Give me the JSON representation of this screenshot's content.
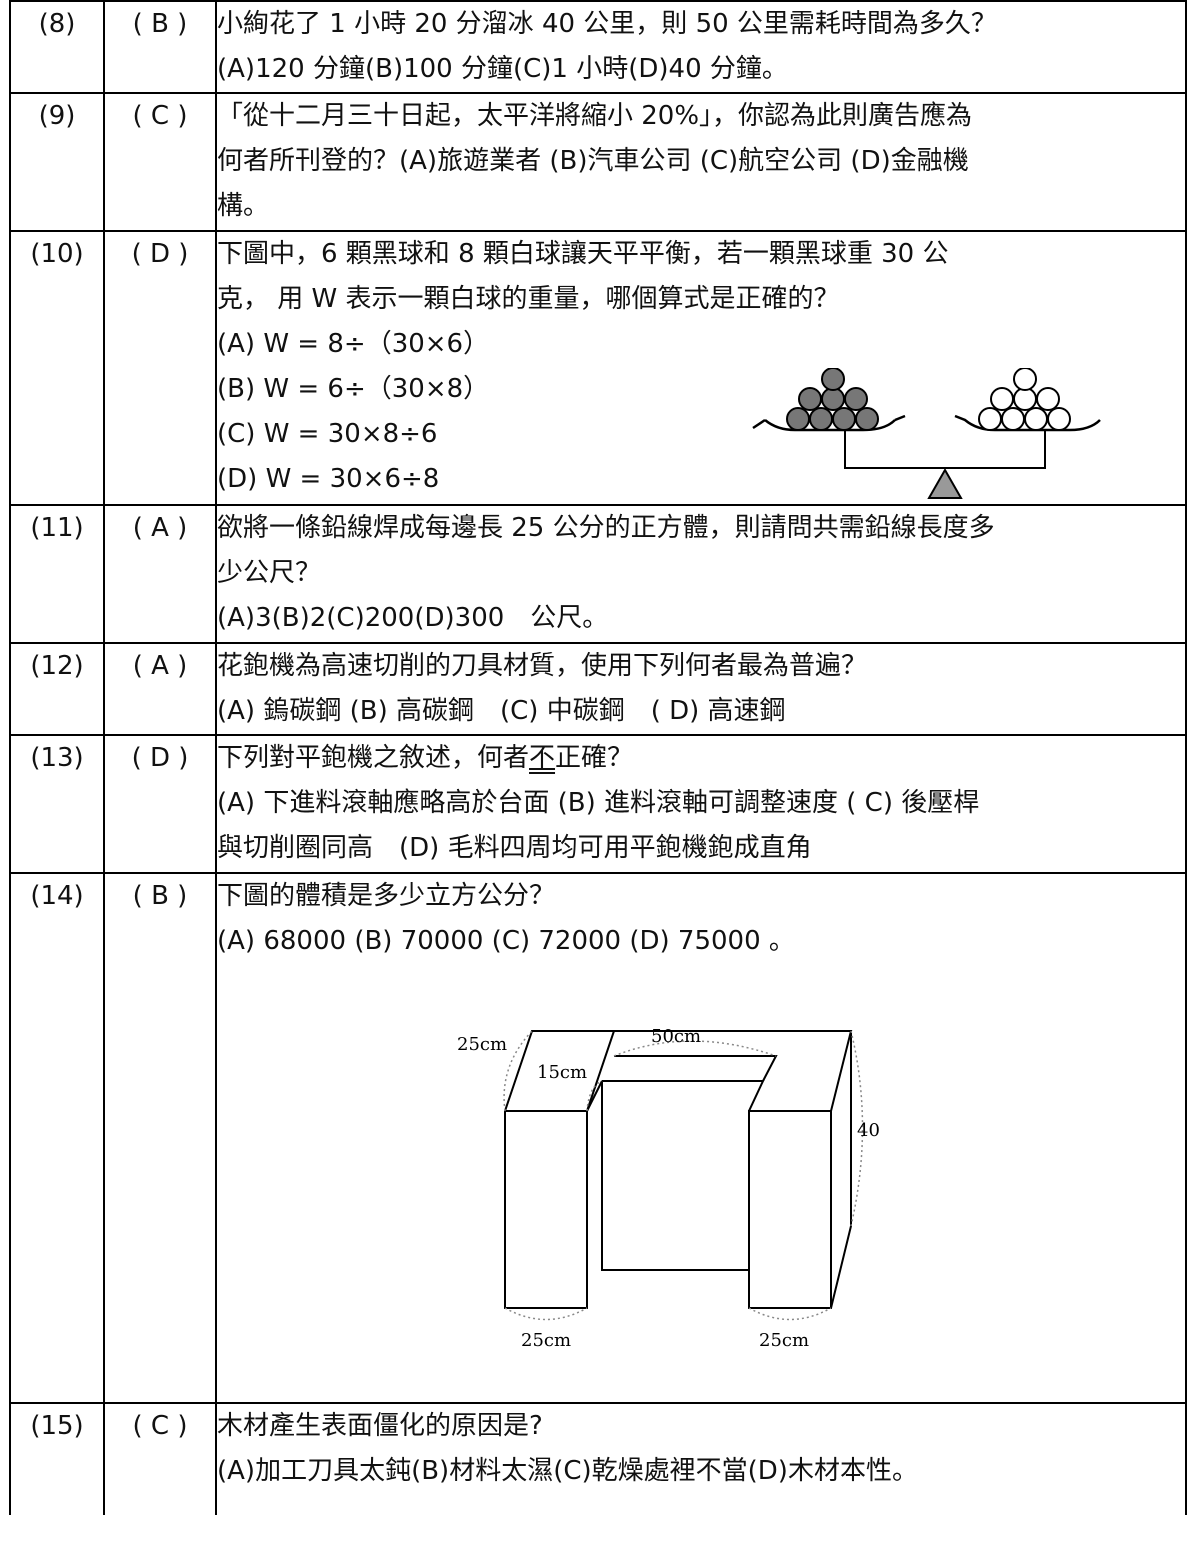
{
  "questions": [
    {
      "num": "(8)",
      "answer": "( B )",
      "lines": [
        "小絢花了 1 小時 20 分溜冰 40 公里，則 50 公里需耗時間為多久？",
        "(A)120 分鐘(B)100 分鐘(C)1 小時(D)40 分鐘。"
      ]
    },
    {
      "num": "(9)",
      "answer": "( C )",
      "lines": [
        "「從十二月三十日起，太平洋將縮小 20%」，你認為此則廣告應為",
        "何者所刊登的？(A)旅遊業者 (B)汽車公司 (C)航空公司 (D)金融機",
        "構。"
      ]
    },
    {
      "num": "(10)",
      "answer": "( D )",
      "lines": [
        "下圖中，6 顆黑球和 8 顆白球讓天平平衡，若一顆黑球重 30 公",
        "克， 用 W 表示一顆白球的重量，哪個算式是正確的？",
        "(A) W = 8÷（30×6）",
        "(B) W = 6÷（30×8）",
        "(C) W = 30×8÷6",
        "(D) W = 30×6÷8"
      ]
    },
    {
      "num": "(11)",
      "answer": "( A )",
      "lines": [
        "欲將一條鉛線焊成每邊長 25 公分的正方體，則請問共需鉛線長度多",
        "少公尺？",
        "(A)3(B)2(C)200(D)300　公尺。"
      ]
    },
    {
      "num": "(12)",
      "answer": "( A )",
      "lines": [
        "花鉋機為高速切削的刀具材質，使用下列何者最為普遍？",
        "(A) 鎢碳鋼 (B) 高碳鋼　(C) 中碳鋼　( D) 高速鋼"
      ]
    },
    {
      "num": "(13)",
      "answer": "( D )",
      "line1_pre": "下列對平鉋機之敘述，何者",
      "line1_under": "不",
      "line1_post": "正確？",
      "lines": [
        "(A) 下進料滾軸應略高於台面 (B) 進料滾軸可調整速度 ( C) 後壓桿",
        "與切削圈同高　(D) 毛料四周均可用平鉋機鉋成直角"
      ]
    },
    {
      "num": "(14)",
      "answer": "( B )",
      "lines": [
        "下圖的體積是多少立方公分？",
        "(A) 68000 (B) 70000 (C) 72000 (D) 75000 。"
      ]
    },
    {
      "num": "(15)",
      "answer": "( C )",
      "lines": [
        "木材產生表面僵化的原因是?",
        "(A)加工刀具太鈍(B)材料太濕(C)乾燥處裡不當(D)木材本性。"
      ]
    }
  ],
  "figure_block": {
    "labels": {
      "top_len": "50cm",
      "left_depth": "25cm",
      "inner_depth": "15cm",
      "height": "40cm",
      "bottom_left": "25cm",
      "bottom_right": "25cm"
    }
  }
}
